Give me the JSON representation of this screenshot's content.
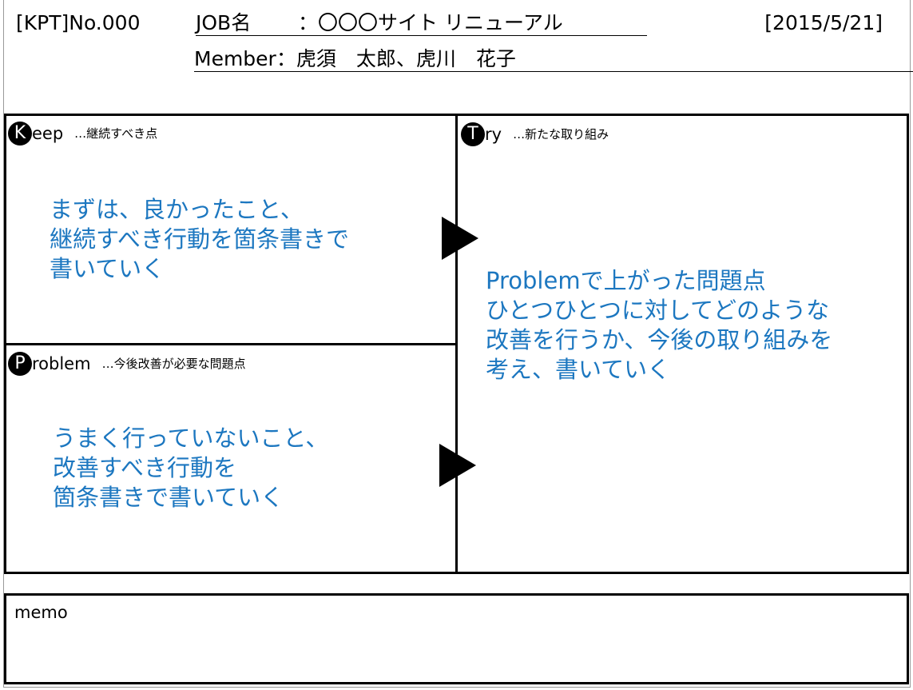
{
  "header": {
    "kpt_no": "[KPT]No.000",
    "job_label": "JOB名",
    "job_value": "：〇〇〇サイト リニューアル",
    "date": "[2015/5/21]",
    "member_label": "Member：",
    "member_value": "虎須　太郎、虎川　花子"
  },
  "keep": {
    "letter": "K",
    "rest": "eep",
    "subtitle": "…継続すべき点",
    "lines": [
      "まずは、良かったこと、",
      "継続すべき行動を箇条書きで",
      "書いていく"
    ]
  },
  "problem": {
    "letter": "P",
    "rest": "roblem",
    "subtitle": "…今後改善が必要な問題点",
    "lines": [
      "うまく行っていないこと、",
      "改善すべき行動を",
      "箇条書きで書いていく"
    ]
  },
  "try": {
    "letter": "T",
    "rest": "ry",
    "subtitle": "…新たな取り組み",
    "lines": [
      "Problemで上がった問題点",
      "ひとつひとつに対してどのような",
      "改善を行うか、今後の取り組みを",
      "考え、書いていく"
    ]
  },
  "memo": {
    "label": "memo"
  },
  "colors": {
    "accent_text": "#1c77c0",
    "border": "#000000"
  },
  "icons": {
    "arrow": "right-triangle-arrow"
  }
}
